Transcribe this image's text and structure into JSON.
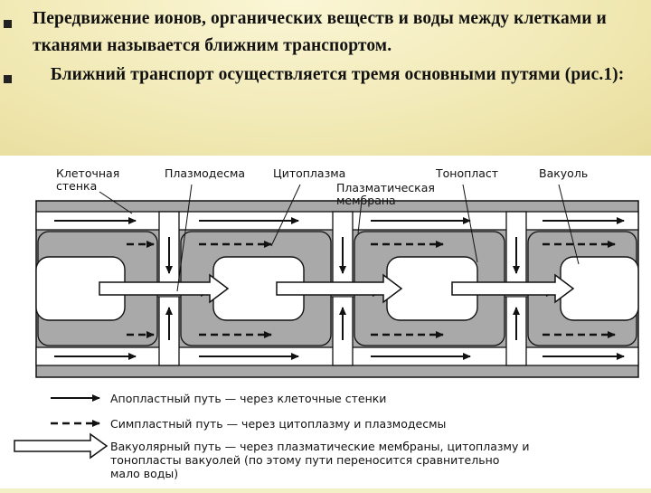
{
  "bullets": [
    {
      "text": "Передвижение ионов, органических веществ и воды между клетками и тканями называется  ближним транспортом."
    },
    {
      "text": "    Ближний транспорт осуществляется тремя основными путями (рис.1):"
    }
  ],
  "diagram": {
    "labels": {
      "cell_wall_1": "Клеточная",
      "cell_wall_2": "стенка",
      "plasmodesma": "Плазмодесма",
      "cytoplasm": "Цитоплазма",
      "tonoplast": "Тонопласт",
      "vacuole": "Вакуоль",
      "plasma_membrane_1": "Плазматическая",
      "plasma_membrane_2": "мембрана"
    },
    "legend": [
      {
        "line1": "Апопластный путь — через клеточные стенки"
      },
      {
        "line1": "Симпластный путь — через цитоплазму и плазмодесмы"
      },
      {
        "line1": "Вакуолярный путь — через плазматические мембраны, цитоплазму и",
        "line2": "тонопласты вакуолей (по этому пути переносится сравнительно",
        "line3": "мало воды)"
      }
    ]
  },
  "colors": {
    "background": "#f3efc7",
    "cytoplasm": "#a9a9a9",
    "wall": "#ffffff",
    "ink": "#111111"
  }
}
